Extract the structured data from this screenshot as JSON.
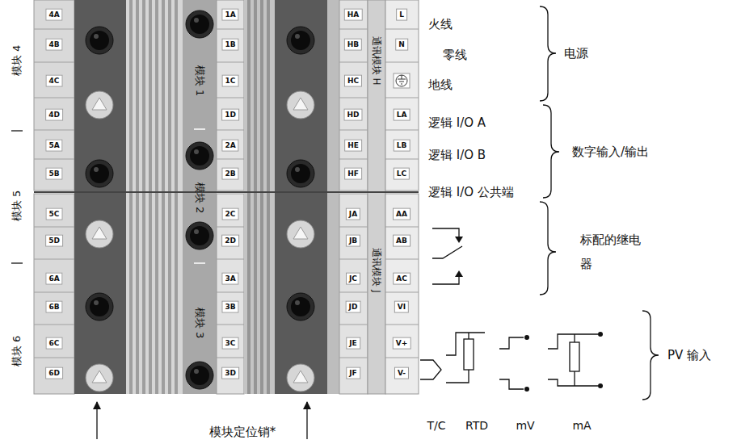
{
  "diagram": {
    "labels": [
      "模块 4",
      "模块 5",
      "模块 6",
      "4A",
      "4B",
      "4C",
      "4D",
      "5A",
      "5B",
      "5C",
      "5D",
      "6A",
      "6B",
      "6C",
      "6D",
      "模块 1",
      "模块 2",
      "模块 3",
      "1A",
      "1B",
      "1C",
      "1D",
      "2A",
      "2B",
      "2C",
      "2D",
      "3A",
      "3B",
      "3C",
      "3D",
      "HA",
      "HB",
      "HC",
      "HD",
      "HE",
      "HF",
      "JA",
      "JB",
      "JC",
      "JD",
      "JE",
      "JF",
      "通讯模块 H",
      "通讯模块 J",
      "L",
      "N",
      "LA",
      "LB",
      "LC",
      "AA",
      "AB",
      "AC",
      "VI",
      "V+",
      "V-",
      "火线",
      "零线",
      "地线",
      "电源",
      "逻辑 I/O A",
      "逻辑 I/O B",
      "逻辑 I/O 公共端",
      "数字输入/输出",
      "标配的继电器",
      "T/C",
      "RTD",
      "mV",
      "mA",
      "PV 输入",
      "模块定位销*"
    ]
  }
}
